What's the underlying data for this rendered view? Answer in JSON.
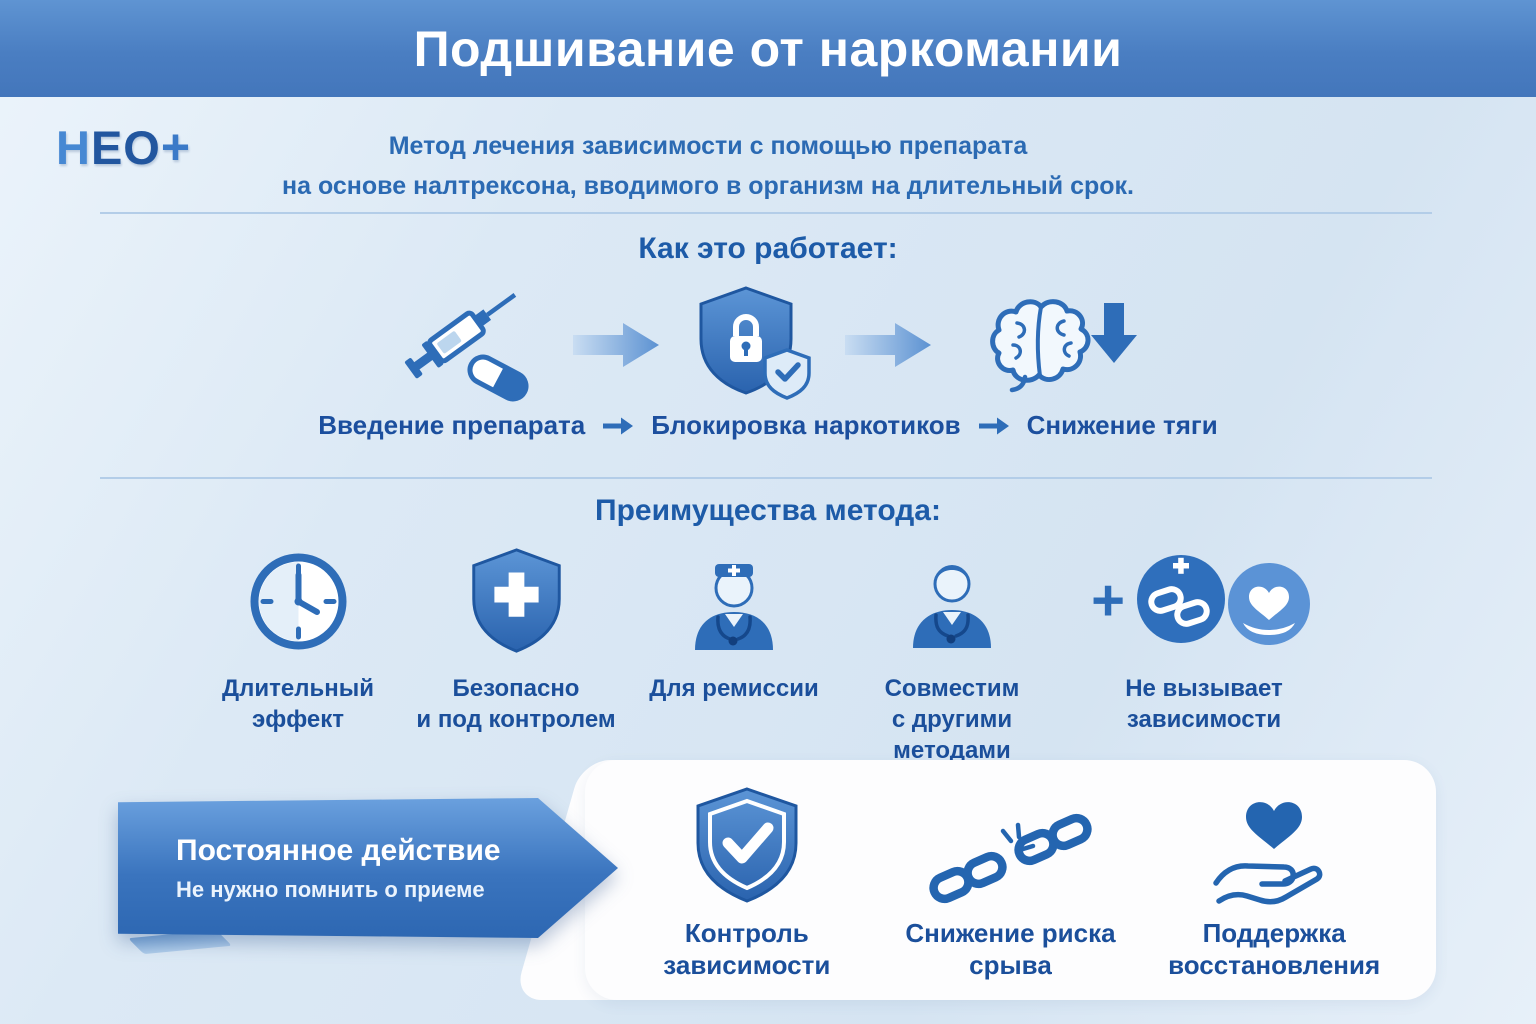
{
  "header": {
    "title": "Подшивание от наркомании"
  },
  "logo": {
    "part1": "Н",
    "part2": "ЕО",
    "part3": "+"
  },
  "intro": {
    "text": "Метод лечения зависимости с помощью препарата\nна основе налтрексона, вводимого в организм на длительный срок."
  },
  "how_it_works": {
    "title": "Как это работает:",
    "steps": [
      {
        "icon": "syringe-pill-icon",
        "label": "Введение препарата"
      },
      {
        "icon": "shield-lock-icon",
        "label": "Блокировка наркотиков"
      },
      {
        "icon": "brain-arrow-down-icon",
        "label": "Снижение тяги"
      }
    ]
  },
  "advantages": {
    "title": "Преимущества метода:",
    "items": [
      {
        "icon": "clock-icon",
        "label": "Длительный эффект"
      },
      {
        "icon": "shield-cross-icon",
        "label": "Безопасно\nи под контролем"
      },
      {
        "icon": "doctor-cap-icon",
        "label": "Для ремиссии"
      },
      {
        "icon": "doctor-icon",
        "label": "Совместим\nс другими\nметодами"
      },
      {
        "icon": "plus-chain-heart-icon",
        "plus": "+",
        "label": "Не вызывает\nзависимости"
      }
    ]
  },
  "ribbon": {
    "title": "Постоянное действие",
    "subtitle": "Не нужно помнить о приеме"
  },
  "results": {
    "items": [
      {
        "icon": "shield-check-icon",
        "label": "Контроль зависимости"
      },
      {
        "icon": "broken-chain-icon",
        "label": "Снижение риска срыва"
      },
      {
        "icon": "hand-heart-icon",
        "label": "Поддержка\nвосстановления"
      }
    ]
  },
  "colors": {
    "header_blue": "#4a7ec2",
    "accent_blue": "#2e6db8",
    "dark_text_blue": "#1b4f9b",
    "light_background": "#dce9f5",
    "panel_white": "#fdfdfe"
  }
}
